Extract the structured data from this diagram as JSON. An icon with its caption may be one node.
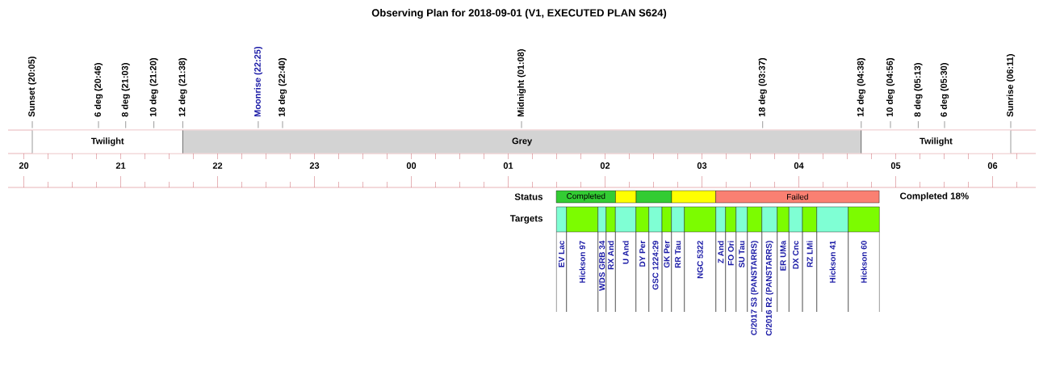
{
  "diagram": {
    "title": "Observing Plan for 2018-09-01 (V1, EXECUTED PLAN S624)",
    "nodes": [
      {
        "text": [
          "Twilight"
        ]
      },
      {
        "text": [
          "Grey"
        ]
      },
      {
        "text": [
          "Twilight"
        ]
      },
      {
        "text": [
          "Completed"
        ]
      },
      {
        "text": [],
        "shape": "bar"
      },
      {
        "text": [],
        "shape": "bar"
      },
      {
        "text": [],
        "shape": "bar"
      },
      {
        "text": [
          "Failed"
        ]
      },
      {
        "text": [
          "EV Lac"
        ]
      },
      {
        "text": [
          "Hickson 97"
        ]
      },
      {
        "text": [
          "WDS GRB 34"
        ]
      },
      {
        "text": [
          "RX And"
        ]
      },
      {
        "text": [
          "U And"
        ]
      },
      {
        "text": [
          "DY Per"
        ]
      },
      {
        "text": [
          "GSC 1224:29"
        ]
      },
      {
        "text": [
          "GK Per"
        ]
      },
      {
        "text": [
          "RR Tau"
        ]
      },
      {
        "text": [
          "NGC 5322"
        ]
      },
      {
        "text": [
          "Z And"
        ]
      },
      {
        "text": [
          "FO Ori"
        ]
      },
      {
        "text": [
          "SU Tau"
        ]
      },
      {
        "text": [
          "C/2017 S3 (PANSTARRS)"
        ]
      },
      {
        "text": [
          "C/2016 R2 (PANSTARRS)"
        ]
      },
      {
        "text": [
          "ER UMa"
        ]
      },
      {
        "text": [
          "DX Cnc"
        ]
      },
      {
        "text": [
          "RZ LMi"
        ]
      },
      {
        "text": [
          "Hickson 41"
        ]
      },
      {
        "text": [
          "Hickson 60"
        ]
      }
    ],
    "labels": [
      "Sunset (20:05)",
      "6 deg (20:46)",
      "8 deg (21:03)",
      "10 deg (21:20)",
      "12 deg (21:38)",
      "Moonrise (22:25)",
      "18 deg (22:40)",
      "Midnight (01:08)",
      "18 deg (03:37)",
      "12 deg (04:38)",
      "10 deg (04:56)",
      "8 deg (05:13)",
      "6 deg (05:30)",
      "Sunrise (06:11)",
      "20",
      "21",
      "22",
      "23",
      "00",
      "01",
      "02",
      "03",
      "04",
      "05",
      "06",
      "Status",
      "Completed 18%",
      "Targets"
    ]
  }
}
